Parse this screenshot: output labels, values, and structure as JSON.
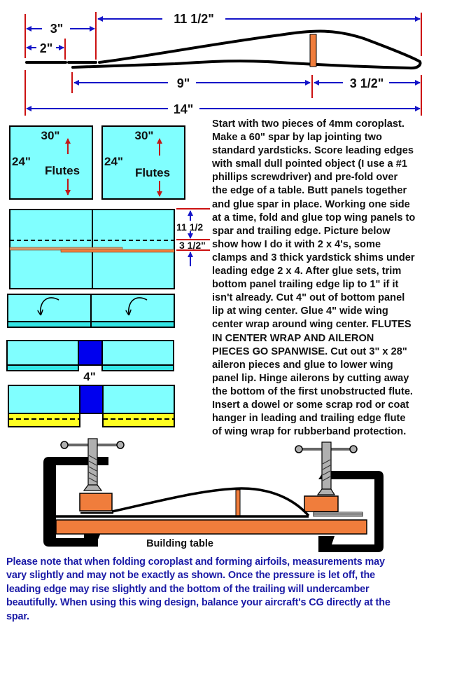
{
  "colors": {
    "dimension_line": "#1515c8",
    "reference_line": "#cc1111",
    "spar": "#f07d3c",
    "panel": "#80ffff",
    "panel_lip": "#33e6e6",
    "center_wrap": "#0000ee",
    "aileron": "#ffff22",
    "table": "#f07d3c",
    "clamp_screw": "#b0b0b0",
    "note_text": "#1a1aa6"
  },
  "airfoil_diagram": {
    "dimensions": {
      "upper_span": "11 1/2\"",
      "leading_3": "3\"",
      "leading_2": "2\"",
      "bottom_to_spar": "9\"",
      "spar_to_trailing": "3 1/2\"",
      "total_chord": "14\""
    }
  },
  "panels_diagram": {
    "panel_left": {
      "width_label": "30\"",
      "height_label": "24\"",
      "flutes_label": "Flutes"
    },
    "panel_right": {
      "width_label": "30\"",
      "height_label": "24\"",
      "flutes_label": "Flutes"
    },
    "joined_labels": {
      "upper": "11 1/2",
      "lower": "3 1/2\""
    },
    "center_wrap_label": "4\""
  },
  "instructions": {
    "lines": [
      "Start with two pieces of 4mm coroplast.",
      "Make a 60\" spar by lap jointing two",
      "standard yardsticks. Score leading edges",
      "with small dull pointed object (I use a #1",
      "phillips screwdriver) and pre-fold over",
      "the edge of a table. Butt panels together",
      "and glue spar in place. Working one side",
      "at a time, fold and glue top wing panels to",
      "spar and trailing edge. Picture below",
      "show how I do it with 2 x 4's, some",
      "clamps and 3 thick yardstick shims under",
      "leading edge 2 x 4. After glue sets, trim",
      "bottom panel trailing edge lip to 1\" if it",
      "isn't already. Cut 4\" out of bottom panel",
      "lip at wing center. Glue 4\" wide wing",
      "center wrap around wing center. FLUTES",
      "IN CENTER WRAP AND AILERON",
      "PIECES GO SPANWISE. Cut out 3\" x 28\"",
      "aileron pieces and glue to lower wing",
      "panel lip. Hinge ailerons by cutting away",
      "the bottom of the first unobstructed flute.",
      "Insert a dowel or some scrap rod or coat",
      "hanger in leading and trailing edge flute",
      "of wing wrap for rubberband protection."
    ]
  },
  "clamp_diagram": {
    "table_label": "Building table"
  },
  "note": {
    "lines": [
      "Please note that when folding coroplast and forming airfoils, measurements may",
      "vary slightly and may not be exactly as shown. Once the pressure is let off, the",
      "leading edge may rise slightly and the bottom of the trailing will undercamber",
      "beautifully. When using this wing design, balance your aircraft's CG directly at the",
      "spar."
    ]
  }
}
